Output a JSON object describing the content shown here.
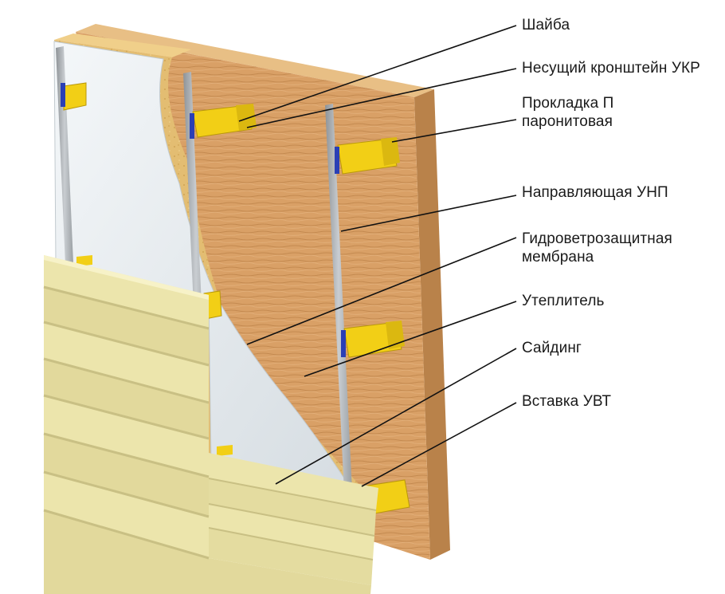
{
  "diagram": {
    "labels": [
      {
        "id": "washer",
        "lines": [
          "Шайба"
        ]
      },
      {
        "id": "bracket",
        "lines": [
          "Несущий кронштейн УКР"
        ]
      },
      {
        "id": "gasket",
        "lines": [
          "Прокладка П",
          "паронитовая"
        ]
      },
      {
        "id": "guide",
        "lines": [
          "Направляющая УНП"
        ]
      },
      {
        "id": "membrane",
        "lines": [
          "Гидроветрозащитная",
          "мембрана"
        ]
      },
      {
        "id": "insulation",
        "lines": [
          "Утеплитель"
        ]
      },
      {
        "id": "siding",
        "lines": [
          "Сайдинг"
        ]
      },
      {
        "id": "insert",
        "lines": [
          "Вставка УВТ"
        ]
      }
    ],
    "colors": {
      "wood_face": "#d9a066",
      "wood_top": "#e8bf85",
      "wood_side": "#b9824a",
      "insulation": "#e3bd72",
      "membrane": "#e6ecf0",
      "rail": "#a9adb1",
      "bracket": "#f2cf16",
      "washer": "#2a3fb5",
      "siding": "#ece5ac",
      "siding_shadow": "#c9c084",
      "leader": "#111111"
    }
  }
}
